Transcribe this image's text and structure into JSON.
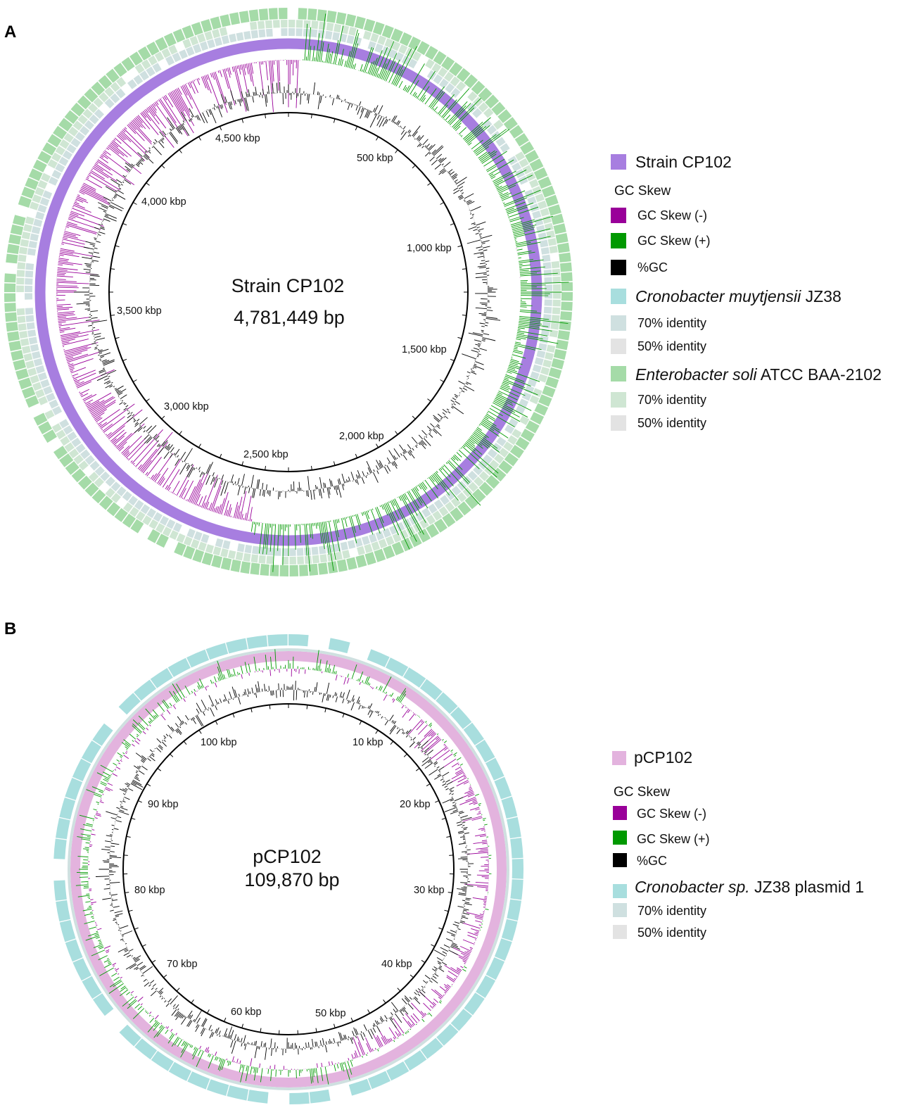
{
  "panels": [
    {
      "letter": "A",
      "center_title": "Strain CP102",
      "center_subtitle": "4,781,449 bp",
      "tick_labels": [
        "500 kbp",
        "1,000 kbp",
        "1,500 kbp",
        "2,000 kbp",
        "2,500 kbp",
        "3,000 kbp",
        "3,500 kbp",
        "4,000 kbp",
        "4,500 kbp"
      ],
      "legend": {
        "genome_label": "Strain CP102",
        "gc_skew_header": "GC Skew",
        "gc_skew_neg": "GC Skew (-)",
        "gc_skew_pos": "GC Skew (+)",
        "gc_content": "%GC",
        "ref1_italic": "Cronobacter muytjensii",
        "ref1_rest": " JZ38",
        "ref1_id70": "70% identity",
        "ref1_id50": "50% identity",
        "ref2_italic": "Enterobacter soli",
        "ref2_rest": " ATCC BAA-2102",
        "ref2_id70": "70% identity",
        "ref2_id50": "50% identity"
      }
    },
    {
      "letter": "B",
      "center_title": "pCP102",
      "center_subtitle": "109,870 bp",
      "tick_labels": [
        "10 kbp",
        "20 kbp",
        "30 kbp",
        "40 kbp",
        "50 kbp",
        "60 kbp",
        "70 kbp",
        "80 kbp",
        "90 kbp",
        "100 kbp"
      ],
      "legend": {
        "genome_label": "pCP102",
        "gc_skew_header": "GC Skew",
        "gc_skew_neg": "GC Skew (-)",
        "gc_skew_pos": "GC Skew (+)",
        "gc_content": "%GC",
        "ref1_italic": "Cronobacter sp.",
        "ref1_rest": " JZ38 plasmid 1",
        "ref1_id70": "70% identity",
        "ref1_id50": "50% identity"
      }
    }
  ],
  "colors": {
    "chromosome_ring": "#a77ee0",
    "plasmid_ring": "#e3b3de",
    "gc_skew_neg": "#990099",
    "gc_skew_pos": "#009900",
    "gc_content": "#000000",
    "ref_cronobacter": "#a8dede",
    "ref_cronobacter_70": "#cfe0e0",
    "ref_enterobacter": "#a5dba8",
    "ref_enterobacter_70": "#cfe6d3",
    "identity_50": "#e3e3e3"
  }
}
